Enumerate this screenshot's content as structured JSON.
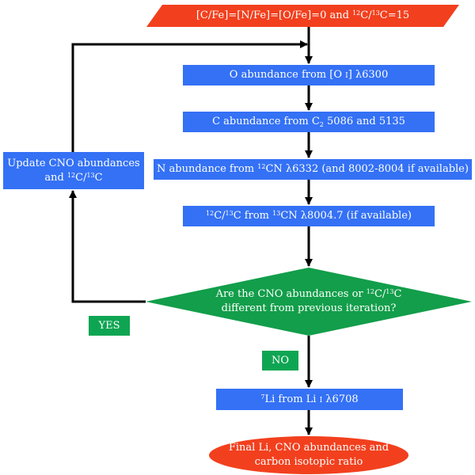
{
  "colors": {
    "process_box": "#3471f5",
    "start_shape": "#f2401e",
    "decision": "#129e4a",
    "terminal": "#f2401e",
    "branch_label": "#0ea552",
    "connector": "#000000"
  },
  "nodes": {
    "start": {
      "parts": [
        "[C/Fe]=[N/Fe]=[O/Fe]=0 and ",
        "12",
        "C/",
        "13",
        "C=15"
      ]
    },
    "oxygen": {
      "parts": [
        "O abundance from [O ",
        "I",
        "] λ6300"
      ]
    },
    "carbon": {
      "parts": [
        "C abundance from C",
        "2",
        " 5086 and 5135"
      ]
    },
    "nitrogen": {
      "parts": [
        "N abundance from ",
        "12",
        "CN λ6332 (and 8002-8004 if available)"
      ]
    },
    "isotope": {
      "parts": [
        "12",
        "C/",
        "13",
        "C from ",
        "13",
        "CN λ8004.7 (if available)"
      ]
    },
    "decision": {
      "line1": [
        "Are the CNO abundances or ",
        "12",
        "C/",
        "13",
        "C"
      ],
      "line2": "different from previous iteration?"
    },
    "update": {
      "line1": "Update CNO abundances",
      "line2": [
        "and ",
        "12",
        "C/",
        "13",
        "C"
      ]
    },
    "lithium": {
      "parts": [
        "7",
        "Li from Li ",
        "I",
        " λ6708"
      ]
    },
    "final": {
      "line1": "Final Li, CNO abundances and",
      "line2": "carbon isotopic ratio"
    }
  },
  "labels": {
    "yes": "YES",
    "no": "NO"
  }
}
